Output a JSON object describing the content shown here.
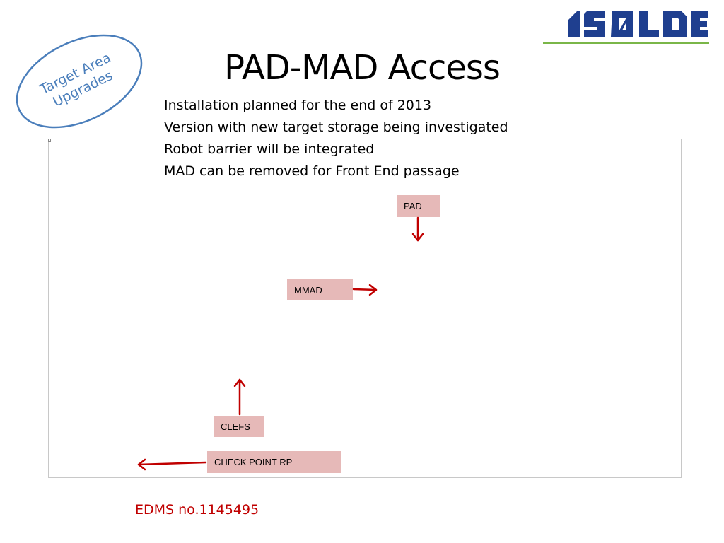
{
  "slide": {
    "title": "PAD-MAD Access",
    "badge": {
      "line1": "Target Area",
      "line2": "Upgrades",
      "color": "#4a7ebb"
    },
    "logo": {
      "text": "ISOLDE",
      "color": "#1f3f8f",
      "underline_color": "#7ab648"
    },
    "bullets": [
      "Installation planned for the end of 2013",
      "Version with new target storage being investigated",
      "Robot barrier will be integrated",
      "MAD can be removed for Front End passage"
    ],
    "labels": {
      "pad": "PAD",
      "mmad": "MMAD",
      "clefs": "CLEFS",
      "checkpoint": "CHECK POINT RP"
    },
    "colors": {
      "label_fill": "#e6b9b8",
      "arrow": "#c00000"
    },
    "footer": "EDMS no.1145495"
  }
}
